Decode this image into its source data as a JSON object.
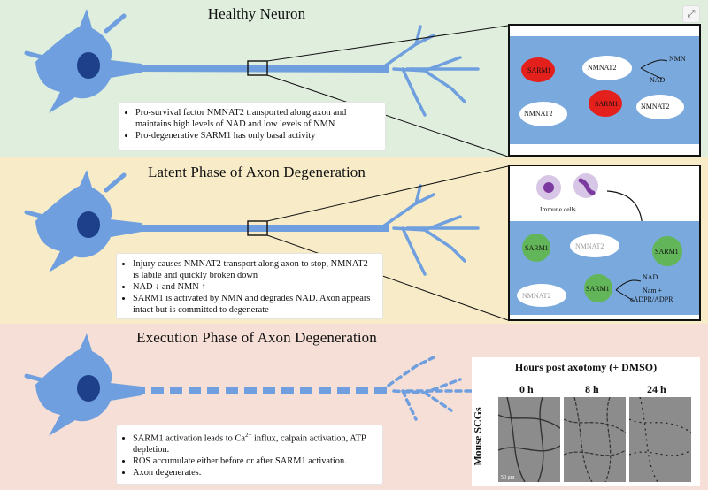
{
  "sections": [
    {
      "title": "Healthy Neuron",
      "notes": [
        "Pro-survival factor NMNAT2 transported along axon and maintains high levels of NAD and low levels of NMN",
        "Pro-degenerative SARM1 has only basal activity"
      ]
    },
    {
      "title": "Latent Phase of Axon Degeneration",
      "notes": [
        "Injury causes NMNAT2 transport along axon to stop, NMNAT2 is labile and quickly broken down",
        "NAD ↓ and NMN ↑",
        "SARM1 is activated by NMN and degrades NAD. Axon appears intact but is committed to degenerate"
      ]
    },
    {
      "title": "Execution Phase of Axon Degeneration",
      "notes_prefix": "SARM1 activation leads to Ca",
      "notes_sup": "2+",
      "notes_suffix": " influx, calpain activation, ATP depletion.",
      "notes": [
        "ROS accumulate either before or after SARM1 activation.",
        "Axon degenerates."
      ]
    }
  ],
  "panel1": {
    "labels": [
      "SARM1",
      "NMNAT2",
      "NMN",
      "NAD",
      "NMNAT2",
      "SARM1",
      "NMNAT2"
    ]
  },
  "panel2": {
    "immune_label": "Immune cells",
    "labels": [
      "SARM1",
      "NMNAT2",
      "SARM1",
      "NAD",
      "NMNAT2",
      "SARM1",
      "Nam +",
      "cADPR/ADPR"
    ]
  },
  "micrograph": {
    "title": "Hours post axotomy (+ DMSO)",
    "columns": [
      "0 h",
      "8 h",
      "24 h"
    ],
    "y_label": "Mouse SCGs",
    "scale_label": "50 μm"
  },
  "colors": {
    "neuron": "#6f9fde",
    "nucleus": "#1e3f8a",
    "sarm_red": "#e4201c",
    "sarm_green": "#62b558",
    "immune": "#7b3aa0"
  },
  "toolbar": {
    "expand_icon": "⤢"
  }
}
